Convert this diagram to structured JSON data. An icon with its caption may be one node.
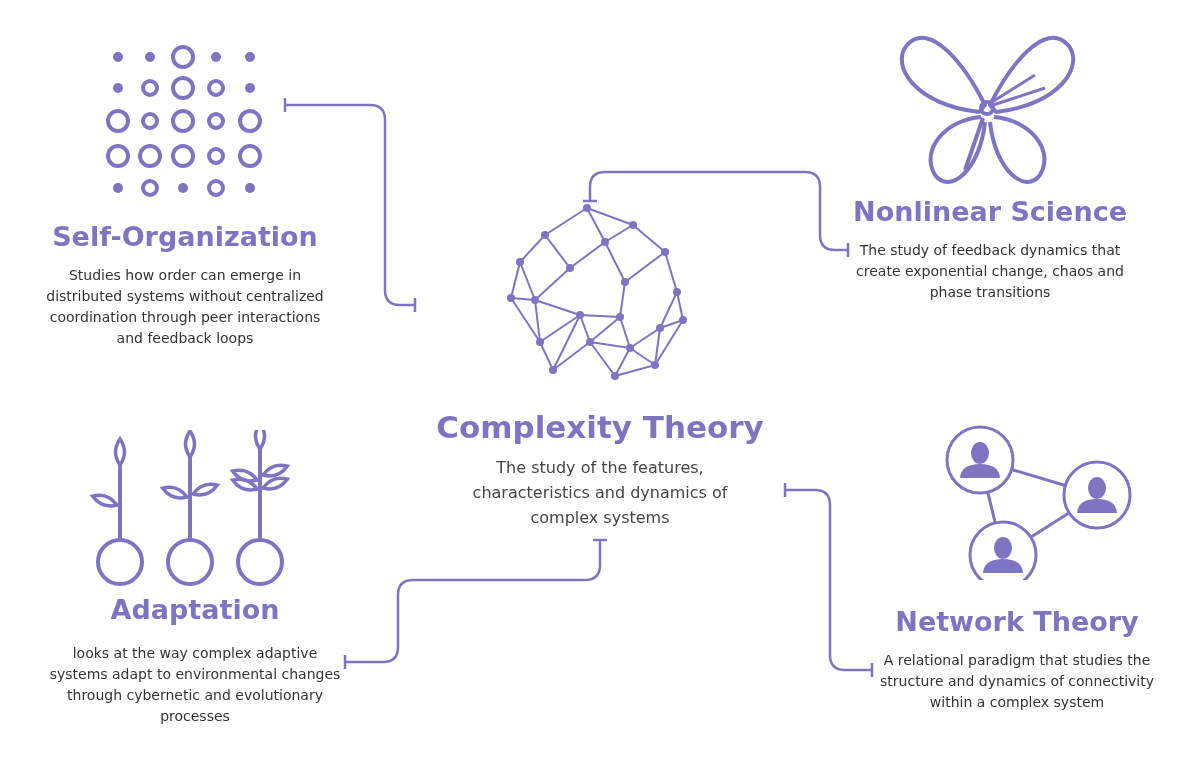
{
  "diagram": {
    "nodes": [
      {
        "text": [
          "Complexity Theory",
          "The study of the features, characteristics and dynamics of complex systems"
        ]
      },
      {
        "text": [
          "Self-Organization",
          "Studies how order can emerge in distributed systems without centralized coordination through peer interactions and feedback loops"
        ]
      },
      {
        "text": [
          "Nonlinear Science",
          "The study of feedback dynamics that create exponential change, chaos and phase transitions"
        ]
      },
      {
        "text": [
          "Adaptation",
          "looks at the way complex adaptive systems adapt to environmental changes through cybernetic and evolutionary processes"
        ]
      },
      {
        "text": [
          "Network Theory",
          "A relational paradigm that studies the structure and dynamics of connectivity within a complex system"
        ]
      }
    ],
    "edges": [
      {
        "from": 1,
        "to": 0,
        "arrow": "other"
      },
      {
        "from": 0,
        "to": 2,
        "arrow": "other"
      },
      {
        "from": 3,
        "to": 0,
        "arrow": "other"
      },
      {
        "from": 0,
        "to": 4,
        "arrow": "other"
      }
    ]
  }
}
